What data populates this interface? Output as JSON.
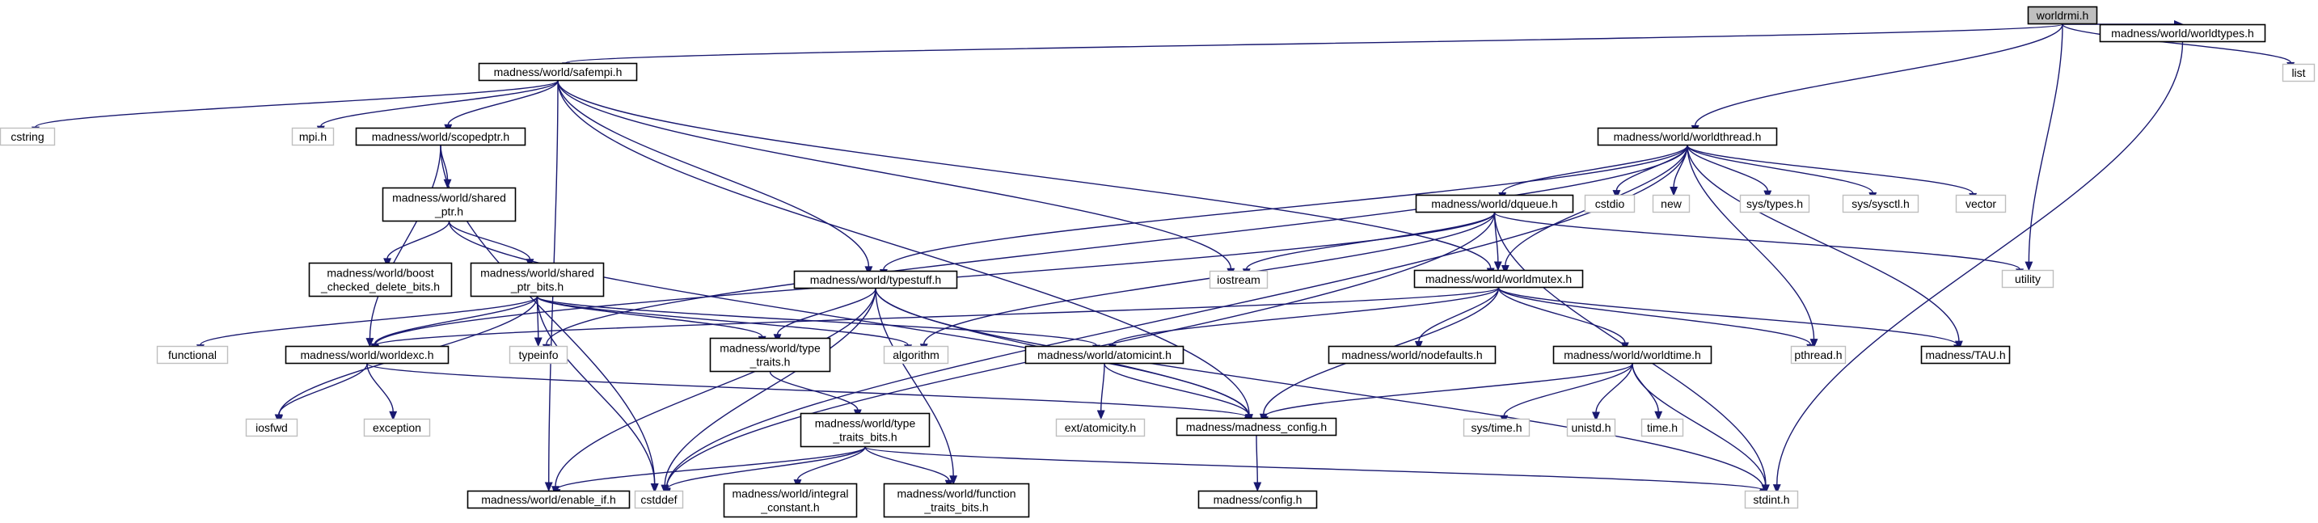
{
  "diagram": {
    "nodes": [
      {
        "id": "root",
        "label": [
          "worldrmi.h"
        ],
        "kind": "root"
      },
      {
        "id": "safempi",
        "label": [
          "madness/world/safempi.h"
        ],
        "kind": "doc"
      },
      {
        "id": "worldtypes",
        "label": [
          "madness/world/worldtypes.h"
        ],
        "kind": "doc"
      },
      {
        "id": "list",
        "label": [
          "list"
        ],
        "kind": "ext"
      },
      {
        "id": "cstring",
        "label": [
          "cstring"
        ],
        "kind": "ext"
      },
      {
        "id": "mpi",
        "label": [
          "mpi.h"
        ],
        "kind": "ext"
      },
      {
        "id": "scopedptr",
        "label": [
          "madness/world/scopedptr.h"
        ],
        "kind": "doc"
      },
      {
        "id": "worldthread",
        "label": [
          "madness/world/worldthread.h"
        ],
        "kind": "doc"
      },
      {
        "id": "shared_ptr",
        "label": [
          "madness/world/shared",
          "_ptr.h"
        ],
        "kind": "doc"
      },
      {
        "id": "cstdio",
        "label": [
          "cstdio"
        ],
        "kind": "ext"
      },
      {
        "id": "new",
        "label": [
          "new"
        ],
        "kind": "ext"
      },
      {
        "id": "systypes",
        "label": [
          "sys/types.h"
        ],
        "kind": "ext"
      },
      {
        "id": "syssysctl",
        "label": [
          "sys/sysctl.h"
        ],
        "kind": "ext"
      },
      {
        "id": "vector",
        "label": [
          "vector"
        ],
        "kind": "ext"
      },
      {
        "id": "dqueue",
        "label": [
          "madness/world/dqueue.h"
        ],
        "kind": "doc"
      },
      {
        "id": "boost",
        "label": [
          "madness/world/boost",
          "_checked_delete_bits.h"
        ],
        "kind": "doc"
      },
      {
        "id": "shared_ptr_bits",
        "label": [
          "madness/world/shared",
          "_ptr_bits.h"
        ],
        "kind": "doc"
      },
      {
        "id": "typestuff",
        "label": [
          "madness/world/typestuff.h"
        ],
        "kind": "doc"
      },
      {
        "id": "iostream",
        "label": [
          "iostream"
        ],
        "kind": "ext"
      },
      {
        "id": "worldmutex",
        "label": [
          "madness/world/worldmutex.h"
        ],
        "kind": "doc"
      },
      {
        "id": "utility",
        "label": [
          "utility"
        ],
        "kind": "ext"
      },
      {
        "id": "functional",
        "label": [
          "functional"
        ],
        "kind": "ext"
      },
      {
        "id": "worldexc",
        "label": [
          "madness/world/worldexc.h"
        ],
        "kind": "doc"
      },
      {
        "id": "typeinfo",
        "label": [
          "typeinfo"
        ],
        "kind": "ext"
      },
      {
        "id": "type_traits",
        "label": [
          "madness/world/type",
          "_traits.h"
        ],
        "kind": "doc"
      },
      {
        "id": "algorithm",
        "label": [
          "algorithm"
        ],
        "kind": "ext"
      },
      {
        "id": "atomicint",
        "label": [
          "madness/world/atomicint.h"
        ],
        "kind": "doc"
      },
      {
        "id": "nodefaults",
        "label": [
          "madness/world/nodefaults.h"
        ],
        "kind": "doc"
      },
      {
        "id": "worldtime",
        "label": [
          "madness/world/worldtime.h"
        ],
        "kind": "doc"
      },
      {
        "id": "pthread",
        "label": [
          "pthread.h"
        ],
        "kind": "ext"
      },
      {
        "id": "tau",
        "label": [
          "madness/TAU.h"
        ],
        "kind": "doc"
      },
      {
        "id": "iosfwd",
        "label": [
          "iosfwd"
        ],
        "kind": "ext"
      },
      {
        "id": "exception",
        "label": [
          "exception"
        ],
        "kind": "ext"
      },
      {
        "id": "ext_atomicity",
        "label": [
          "ext/atomicity.h"
        ],
        "kind": "ext"
      },
      {
        "id": "madness_config",
        "label": [
          "madness/madness_config.h"
        ],
        "kind": "doc"
      },
      {
        "id": "systime",
        "label": [
          "sys/time.h"
        ],
        "kind": "ext"
      },
      {
        "id": "unistd",
        "label": [
          "unistd.h"
        ],
        "kind": "ext"
      },
      {
        "id": "timeh",
        "label": [
          "time.h"
        ],
        "kind": "ext"
      },
      {
        "id": "type_traits_bits",
        "label": [
          "madness/world/type",
          "_traits_bits.h"
        ],
        "kind": "doc"
      },
      {
        "id": "enable_if",
        "label": [
          "madness/world/enable_if.h"
        ],
        "kind": "doc"
      },
      {
        "id": "cstddef",
        "label": [
          "cstddef"
        ],
        "kind": "ext"
      },
      {
        "id": "integral_constant",
        "label": [
          "madness/world/integral",
          "_constant.h"
        ],
        "kind": "doc"
      },
      {
        "id": "function_traits_bits",
        "label": [
          "madness/world/function",
          "_traits_bits.h"
        ],
        "kind": "doc"
      },
      {
        "id": "stdint",
        "label": [
          "stdint.h"
        ],
        "kind": "ext"
      },
      {
        "id": "config",
        "label": [
          "madness/config.h"
        ],
        "kind": "doc"
      }
    ],
    "edges": [
      [
        "root",
        "safempi"
      ],
      [
        "root",
        "worldtypes"
      ],
      [
        "root",
        "list"
      ],
      [
        "root",
        "worldthread"
      ],
      [
        "root",
        "utility"
      ],
      [
        "safempi",
        "cstring"
      ],
      [
        "safempi",
        "mpi"
      ],
      [
        "safempi",
        "scopedptr"
      ],
      [
        "safempi",
        "enable_if"
      ],
      [
        "safempi",
        "typestuff"
      ],
      [
        "safempi",
        "iostream"
      ],
      [
        "safempi",
        "worldmutex"
      ],
      [
        "safempi",
        "madness_config"
      ],
      [
        "worldtypes",
        "stdint"
      ],
      [
        "scopedptr",
        "shared_ptr"
      ],
      [
        "scopedptr",
        "worldexc"
      ],
      [
        "scopedptr",
        "cstddef"
      ],
      [
        "shared_ptr",
        "boost"
      ],
      [
        "shared_ptr",
        "shared_ptr_bits"
      ],
      [
        "shared_ptr",
        "madness_config"
      ],
      [
        "worldthread",
        "cstdio"
      ],
      [
        "worldthread",
        "new"
      ],
      [
        "worldthread",
        "systypes"
      ],
      [
        "worldthread",
        "syssysctl"
      ],
      [
        "worldthread",
        "vector"
      ],
      [
        "worldthread",
        "dqueue"
      ],
      [
        "worldthread",
        "worldmutex"
      ],
      [
        "worldthread",
        "typestuff"
      ],
      [
        "worldthread",
        "typeinfo"
      ],
      [
        "worldthread",
        "cstddef"
      ],
      [
        "worldthread",
        "pthread"
      ],
      [
        "worldthread",
        "tau"
      ],
      [
        "dqueue",
        "iostream"
      ],
      [
        "dqueue",
        "utility"
      ],
      [
        "dqueue",
        "worldmutex"
      ],
      [
        "dqueue",
        "worldexc"
      ],
      [
        "dqueue",
        "algorithm"
      ],
      [
        "dqueue",
        "cstddef"
      ],
      [
        "dqueue",
        "stdint"
      ],
      [
        "shared_ptr_bits",
        "functional"
      ],
      [
        "shared_ptr_bits",
        "worldexc"
      ],
      [
        "shared_ptr_bits",
        "iosfwd"
      ],
      [
        "shared_ptr_bits",
        "typeinfo"
      ],
      [
        "shared_ptr_bits",
        "type_traits"
      ],
      [
        "shared_ptr_bits",
        "algorithm"
      ],
      [
        "shared_ptr_bits",
        "atomicint"
      ],
      [
        "shared_ptr_bits",
        "cstddef"
      ],
      [
        "typestuff",
        "type_traits"
      ],
      [
        "typestuff",
        "enable_if"
      ],
      [
        "typestuff",
        "cstddef"
      ],
      [
        "typestuff",
        "function_traits_bits"
      ],
      [
        "typestuff",
        "madness_config"
      ],
      [
        "typestuff",
        "stdint"
      ],
      [
        "worldmutex",
        "worldexc"
      ],
      [
        "worldmutex",
        "atomicint"
      ],
      [
        "worldmutex",
        "nodefaults"
      ],
      [
        "worldmutex",
        "worldtime"
      ],
      [
        "worldmutex",
        "pthread"
      ],
      [
        "worldmutex",
        "tau"
      ],
      [
        "worldmutex",
        "madness_config"
      ],
      [
        "worldexc",
        "iosfwd"
      ],
      [
        "worldexc",
        "exception"
      ],
      [
        "worldexc",
        "madness_config"
      ],
      [
        "type_traits",
        "type_traits_bits"
      ],
      [
        "atomicint",
        "ext_atomicity"
      ],
      [
        "atomicint",
        "madness_config"
      ],
      [
        "worldtime",
        "systime"
      ],
      [
        "worldtime",
        "unistd"
      ],
      [
        "worldtime",
        "timeh"
      ],
      [
        "worldtime",
        "stdint"
      ],
      [
        "worldtime",
        "madness_config"
      ],
      [
        "type_traits_bits",
        "enable_if"
      ],
      [
        "type_traits_bits",
        "cstddef"
      ],
      [
        "type_traits_bits",
        "integral_constant"
      ],
      [
        "type_traits_bits",
        "function_traits_bits"
      ],
      [
        "type_traits_bits",
        "stdint"
      ],
      [
        "madness_config",
        "config"
      ]
    ]
  },
  "colors": {
    "edge": "#191970",
    "root_fill": "#bfbfbf",
    "doc_border": "#000000",
    "ext_border": "#bfbfbf"
  }
}
